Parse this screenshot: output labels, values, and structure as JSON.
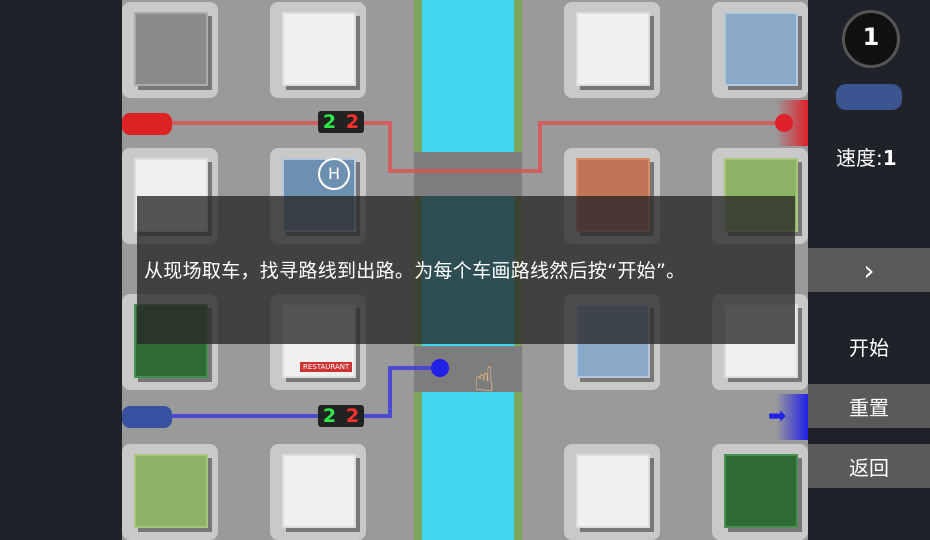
{
  "level_number": "1",
  "speed_label": "速度:",
  "speed_value": "1",
  "hint_text": "从现场取车，找寻路线到出路。为每个车画路线然后按“开始”。",
  "buttons": {
    "next": "›",
    "start": "开始",
    "reset": "重置",
    "back": "返回"
  },
  "lights": [
    {
      "left": "2",
      "right": "2"
    },
    {
      "left": "2",
      "right": "2"
    }
  ],
  "signs": {
    "restaurant": "RESTAURANT",
    "helipad": "H"
  },
  "colors": {
    "red_route": "#e05050",
    "blue_route": "#3c3cdc",
    "river": "#3fd6ee",
    "exit_red": "#e0202a",
    "exit_blue": "#2020e8",
    "light_green": "#2ee84a",
    "light_red": "#ff3030"
  }
}
